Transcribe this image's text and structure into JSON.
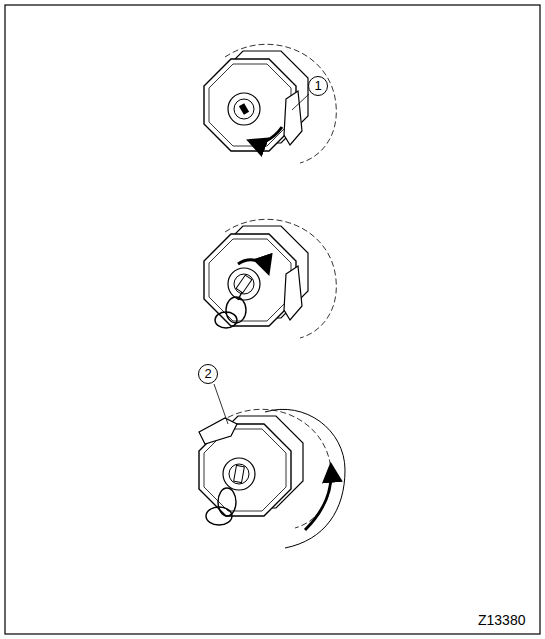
{
  "diagram": {
    "labels": [
      "1",
      "2",
      "Z13380"
    ]
  }
}
